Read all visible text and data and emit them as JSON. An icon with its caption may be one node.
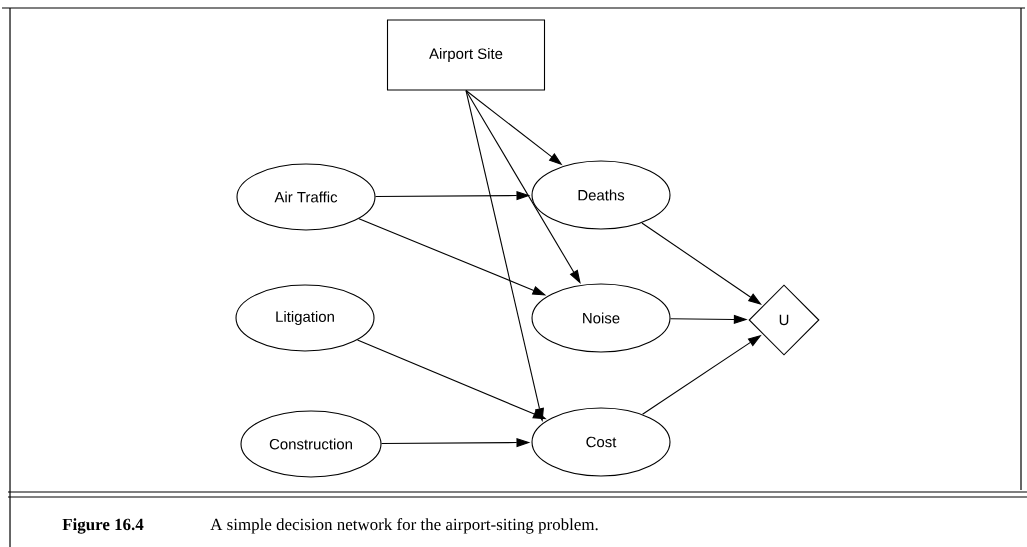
{
  "diagram": {
    "caption": "A simple decision network for the airport-siting problem.",
    "nodes": [
      {
        "text": [
          "Airport Site"
        ]
      },
      {
        "text": [
          "Air Traffic"
        ]
      },
      {
        "text": [
          "Deaths"
        ]
      },
      {
        "text": [
          "Litigation"
        ]
      },
      {
        "text": [
          "Noise"
        ]
      },
      {
        "text": [
          "U"
        ]
      },
      {
        "text": [
          "Construction"
        ]
      },
      {
        "text": [
          "Cost"
        ]
      }
    ],
    "edges": [
      {
        "from": 0,
        "to": 2,
        "arrow": "to"
      },
      {
        "from": 0,
        "to": 4,
        "arrow": "to"
      },
      {
        "from": 0,
        "to": 7,
        "arrow": "to"
      },
      {
        "from": 1,
        "to": 2,
        "arrow": "to"
      },
      {
        "from": 1,
        "to": 4,
        "arrow": "to"
      },
      {
        "from": 3,
        "to": 7,
        "arrow": "to"
      },
      {
        "from": 6,
        "to": 7,
        "arrow": "to"
      },
      {
        "from": 2,
        "to": 5,
        "arrow": "to"
      },
      {
        "from": 4,
        "to": 5,
        "arrow": "to"
      },
      {
        "from": 7,
        "to": 5,
        "arrow": "to"
      }
    ],
    "labels": [
      "Figure 16.4"
    ]
  }
}
